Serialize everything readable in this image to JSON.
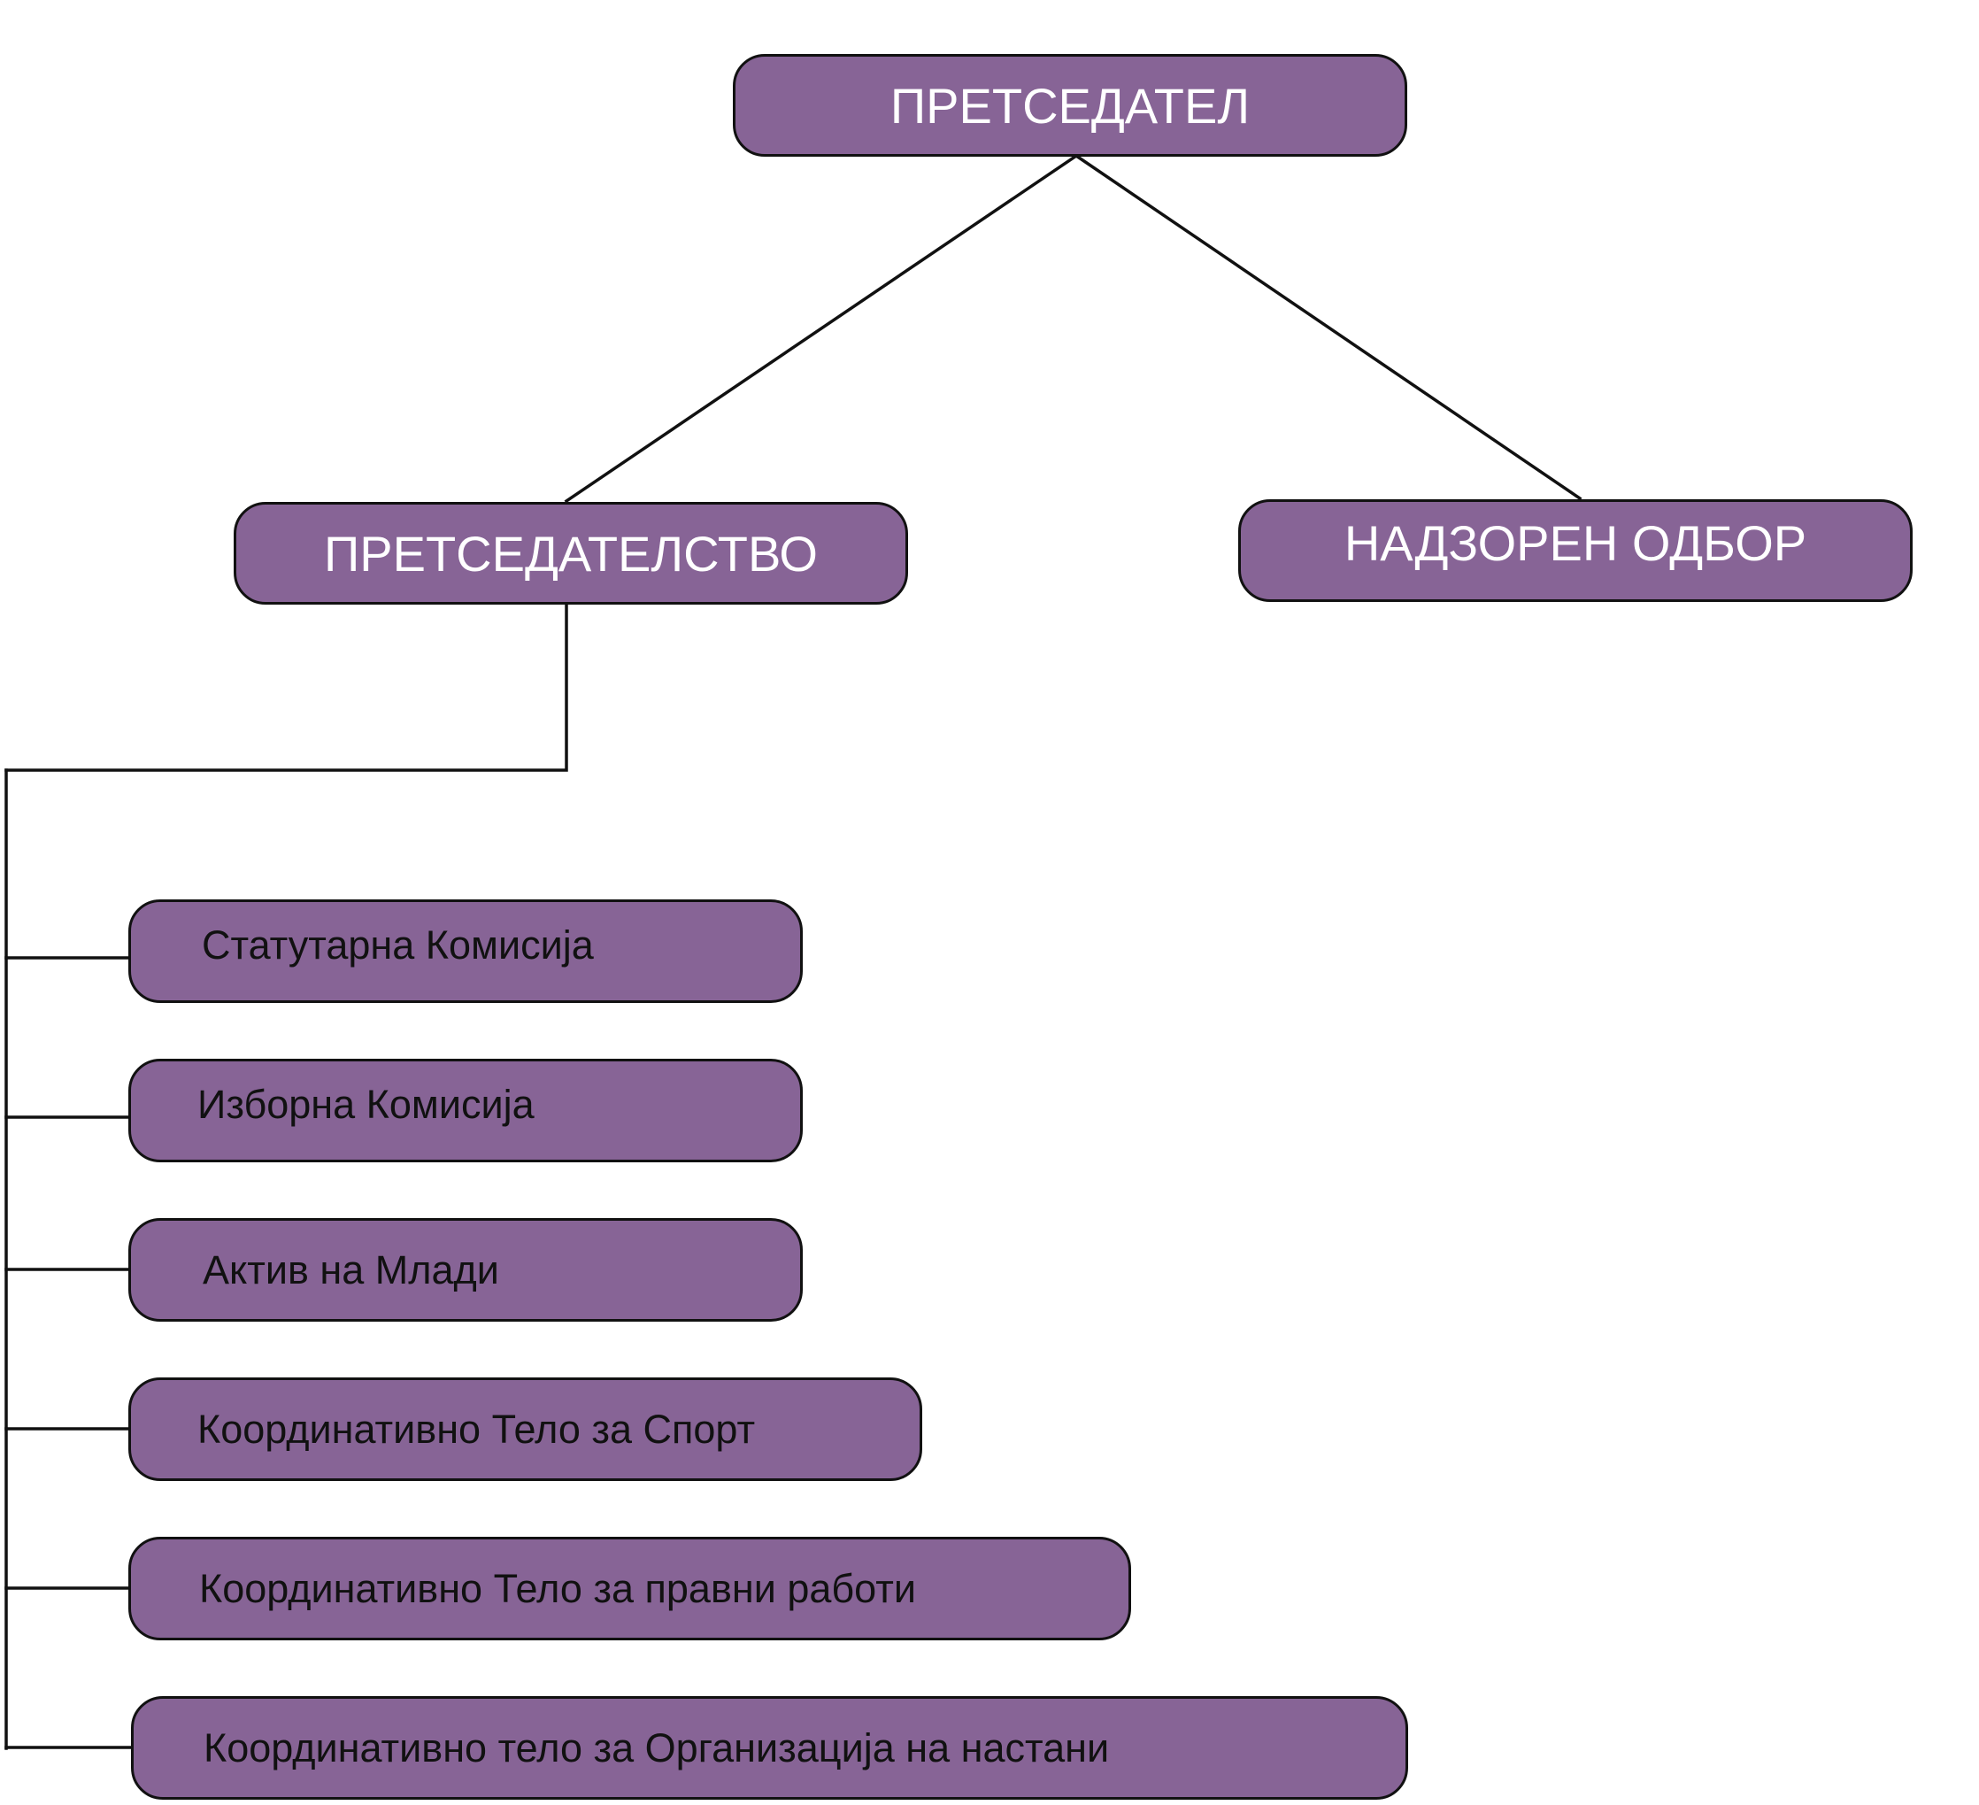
{
  "colors": {
    "box_fill": "#876496",
    "box_border": "#111111",
    "line": "#111111",
    "top_text": "#ffffff",
    "child_text": "#111111"
  },
  "diagram": {
    "root": {
      "label": "ПРЕТСЕДАТЕЛ"
    },
    "level2": {
      "presidency": {
        "label": "ПРЕТСЕДАТЕЛСТВО"
      },
      "supervisory_board": {
        "label": "НАДЗОРЕН ОДБОР"
      }
    },
    "committees": [
      {
        "label": "Статутарна Комисија"
      },
      {
        "label": "Изборна Комисија"
      },
      {
        "label": "Актив на Млади"
      },
      {
        "label": "Координативно Тело за Спорт"
      },
      {
        "label": "Координативно Тело за правни работи"
      },
      {
        "label": "Координативно тело за Организација на настани"
      }
    ]
  }
}
